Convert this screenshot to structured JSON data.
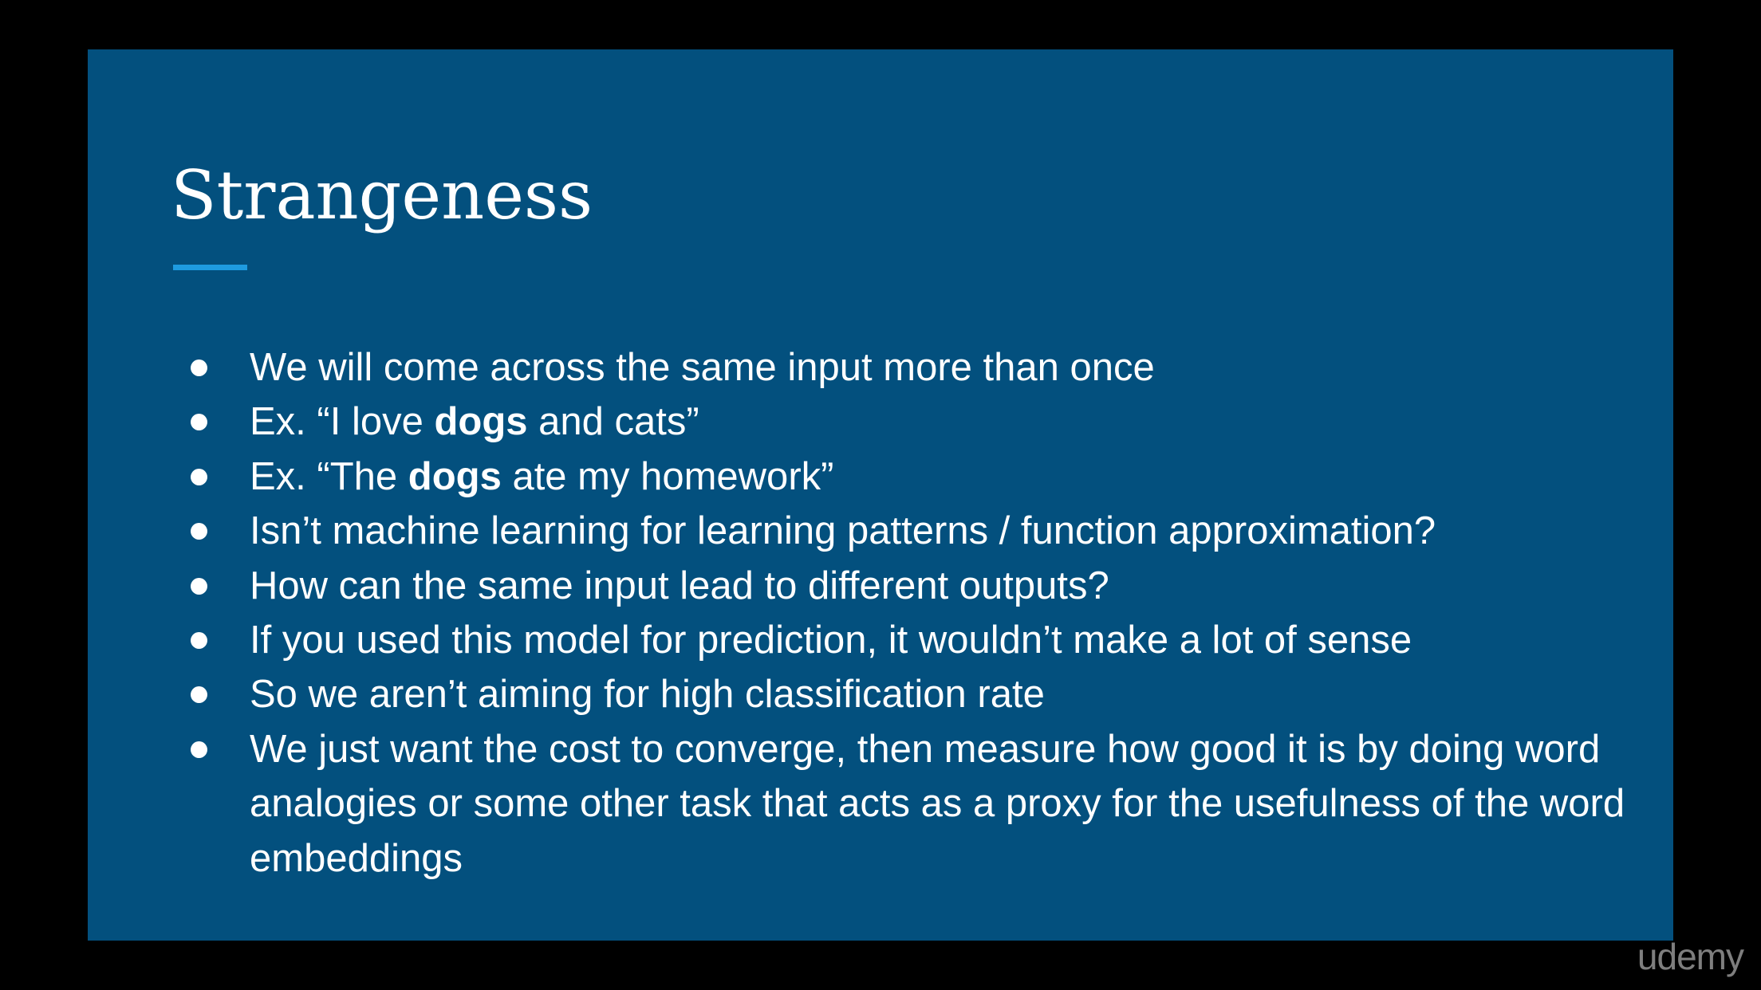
{
  "slide": {
    "title": "Strangeness",
    "bullets": [
      {
        "text": "We will come across the same input more than once"
      },
      {
        "pre": "Ex. “I love ",
        "bold": "dogs",
        "post": " and cats”"
      },
      {
        "pre": "Ex. “The ",
        "bold": "dogs",
        "post": " ate my homework”"
      },
      {
        "text": "Isn’t machine learning for learning patterns / function approximation?"
      },
      {
        "text": "How can the same input lead to different outputs?"
      },
      {
        "text": "If you used this model for prediction, it wouldn’t make a lot of sense"
      },
      {
        "text": "So we aren’t aiming for high classification rate"
      },
      {
        "text": "We just want the cost to converge, then measure how good it is by doing word analogies or some other task that acts as a proxy for the usefulness of the word embeddings"
      }
    ]
  },
  "watermark": {
    "logo_text": "udemy"
  },
  "colors": {
    "slide_background": "#03507e",
    "title_rule": "#1e9be0",
    "frame": "#000000"
  }
}
